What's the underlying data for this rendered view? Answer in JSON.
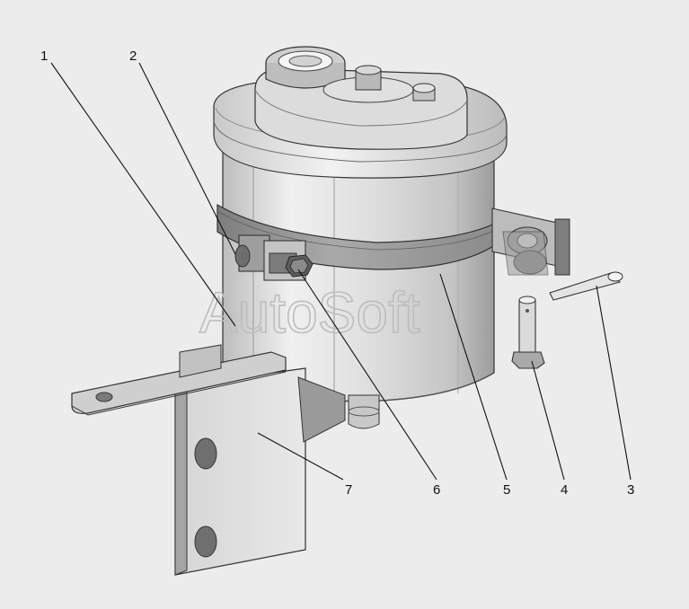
{
  "watermark": "AutoSoft",
  "callouts": [
    "1",
    "2",
    "3",
    "4",
    "5",
    "6",
    "7"
  ],
  "colors": {
    "background": "#ececec",
    "metal_light": "#e6e6e6",
    "metal_mid": "#c8c8c8",
    "metal_dark": "#8f8f8f",
    "outline": "#333333"
  }
}
